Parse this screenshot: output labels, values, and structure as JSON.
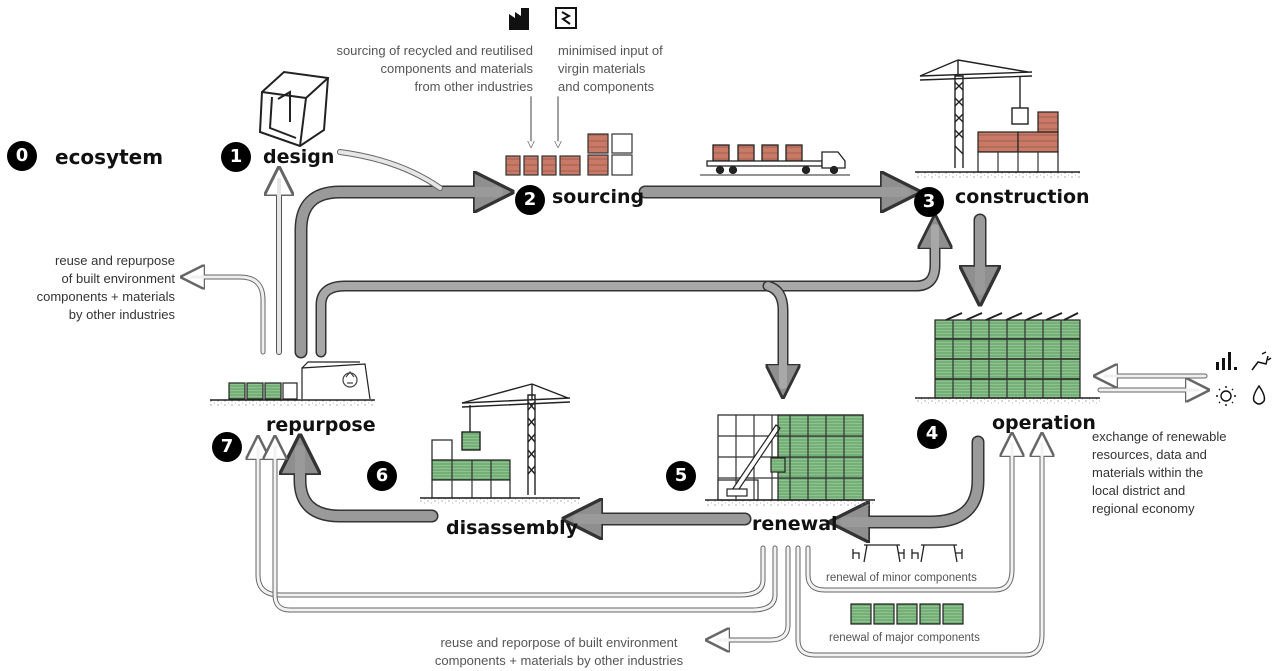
{
  "stages": {
    "s0": {
      "num": "0",
      "label": "ecosytem"
    },
    "s1": {
      "num": "1",
      "label": "design"
    },
    "s2": {
      "num": "2",
      "label": "sourcing"
    },
    "s3": {
      "num": "3",
      "label": "construction"
    },
    "s4": {
      "num": "4",
      "label": "operation"
    },
    "s5": {
      "num": "5",
      "label": "renewal"
    },
    "s6": {
      "num": "6",
      "label": "disassembly"
    },
    "s7": {
      "num": "7",
      "label": "repurpose"
    }
  },
  "notes": {
    "recycled_sourcing": [
      "sourcing of recycled and reutilised",
      "components and materials",
      "from other industries"
    ],
    "minimised_input": [
      "minimised input of",
      "virgin materials",
      "and components"
    ],
    "reuse_left": [
      "reuse and repurpose",
      "of built environment",
      "components + materials",
      "by other industries"
    ],
    "exchange": [
      "exchange of renewable",
      "resources, data and",
      "materials within the",
      "local district and",
      "regional economy"
    ],
    "minor_renewal": "renewal of minor components",
    "major_renewal": "renewal of major components",
    "reuse_bottom": [
      "reuse and reporpose of built environment",
      "components + materials by other industries"
    ]
  },
  "icons": [
    "factory-icon",
    "raw-material-icon",
    "bar-chart-icon",
    "plug-icon",
    "sun-icon",
    "water-drop-icon",
    "recycle-icon"
  ],
  "colors": {
    "new_material": "#c97a66",
    "reused_material": "#8dc38e",
    "main_arrow": "#9a9a9a",
    "minor_arrow": "#e2e2e2",
    "outline": "#222222"
  }
}
